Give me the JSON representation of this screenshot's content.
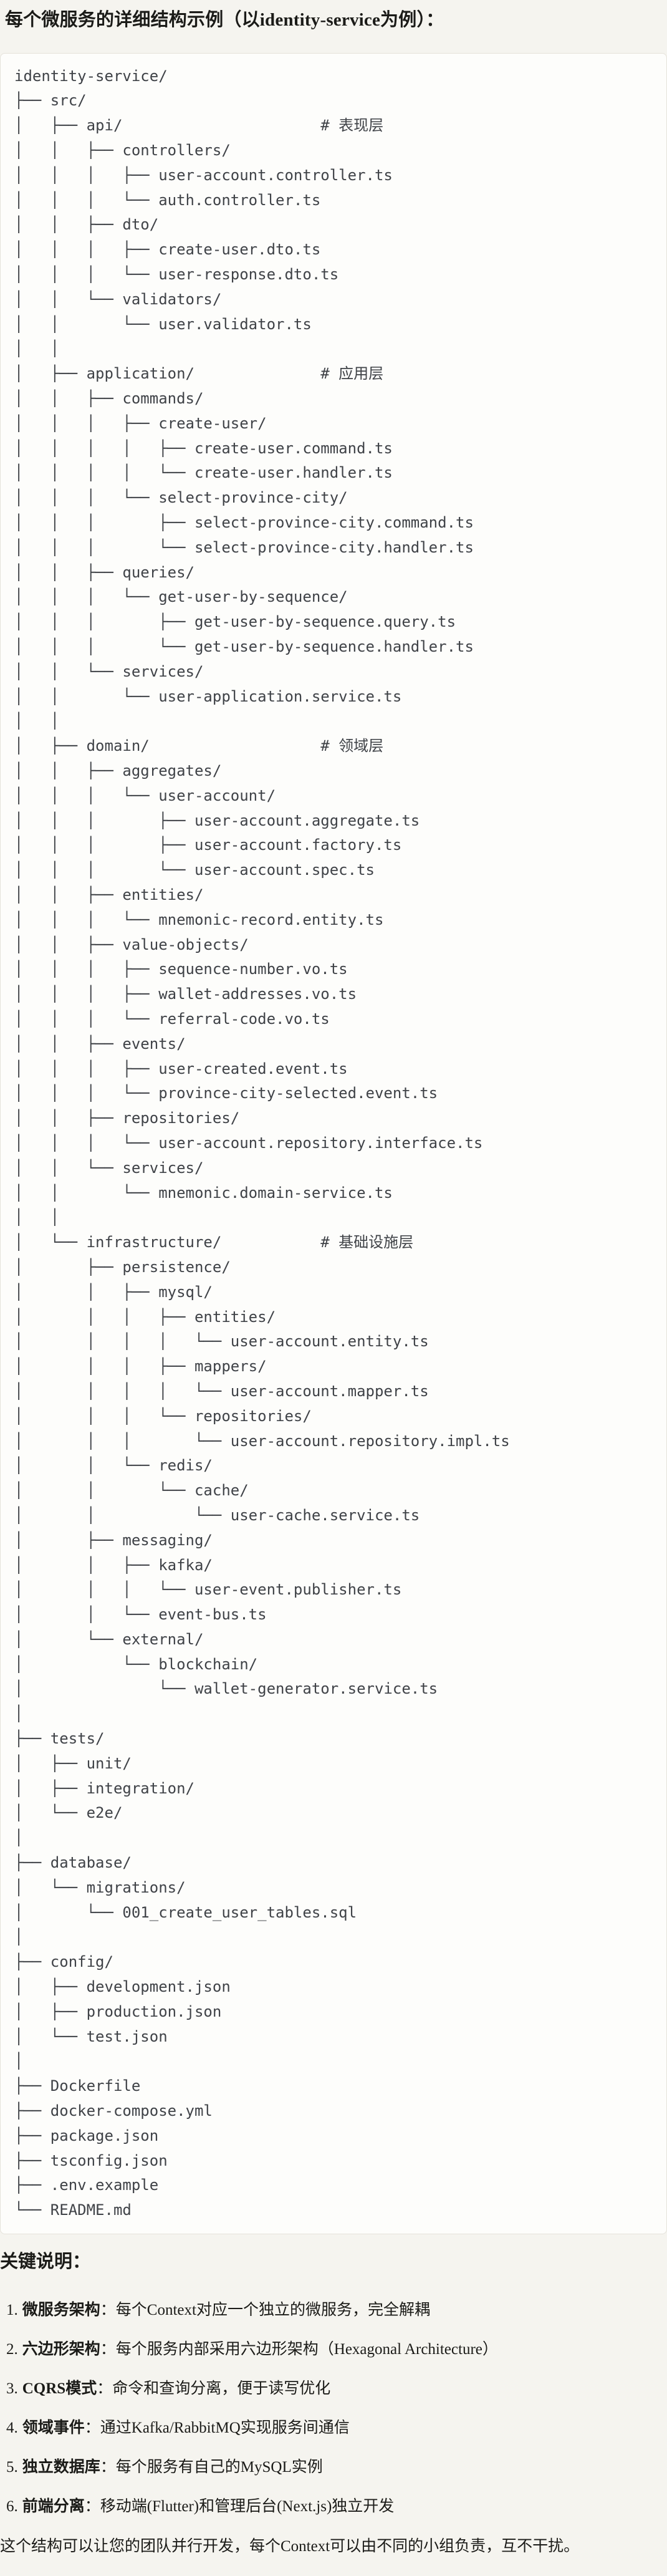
{
  "title": "每个微服务的详细结构示例（以identity-service为例）：",
  "tree": {
    "lines": [
      {
        "t": "identity-service/"
      },
      {
        "t": "├── src/"
      },
      {
        "t": "│   ├── api/",
        "c": "# 表现层"
      },
      {
        "t": "│   │   ├── controllers/"
      },
      {
        "t": "│   │   │   ├── user-account.controller.ts"
      },
      {
        "t": "│   │   │   └── auth.controller.ts"
      },
      {
        "t": "│   │   ├── dto/"
      },
      {
        "t": "│   │   │   ├── create-user.dto.ts"
      },
      {
        "t": "│   │   │   └── user-response.dto.ts"
      },
      {
        "t": "│   │   └── validators/"
      },
      {
        "t": "│   │       └── user.validator.ts"
      },
      {
        "t": "│   │"
      },
      {
        "t": "│   ├── application/",
        "c": "# 应用层"
      },
      {
        "t": "│   │   ├── commands/"
      },
      {
        "t": "│   │   │   ├── create-user/"
      },
      {
        "t": "│   │   │   │   ├── create-user.command.ts"
      },
      {
        "t": "│   │   │   │   └── create-user.handler.ts"
      },
      {
        "t": "│   │   │   └── select-province-city/"
      },
      {
        "t": "│   │   │       ├── select-province-city.command.ts"
      },
      {
        "t": "│   │   │       └── select-province-city.handler.ts"
      },
      {
        "t": "│   │   ├── queries/"
      },
      {
        "t": "│   │   │   └── get-user-by-sequence/"
      },
      {
        "t": "│   │   │       ├── get-user-by-sequence.query.ts"
      },
      {
        "t": "│   │   │       └── get-user-by-sequence.handler.ts"
      },
      {
        "t": "│   │   └── services/"
      },
      {
        "t": "│   │       └── user-application.service.ts"
      },
      {
        "t": "│   │"
      },
      {
        "t": "│   ├── domain/",
        "c": "# 领域层"
      },
      {
        "t": "│   │   ├── aggregates/"
      },
      {
        "t": "│   │   │   └── user-account/"
      },
      {
        "t": "│   │   │       ├── user-account.aggregate.ts"
      },
      {
        "t": "│   │   │       ├── user-account.factory.ts"
      },
      {
        "t": "│   │   │       └── user-account.spec.ts"
      },
      {
        "t": "│   │   ├── entities/"
      },
      {
        "t": "│   │   │   └── mnemonic-record.entity.ts"
      },
      {
        "t": "│   │   ├── value-objects/"
      },
      {
        "t": "│   │   │   ├── sequence-number.vo.ts"
      },
      {
        "t": "│   │   │   ├── wallet-addresses.vo.ts"
      },
      {
        "t": "│   │   │   └── referral-code.vo.ts"
      },
      {
        "t": "│   │   ├── events/"
      },
      {
        "t": "│   │   │   ├── user-created.event.ts"
      },
      {
        "t": "│   │   │   └── province-city-selected.event.ts"
      },
      {
        "t": "│   │   ├── repositories/"
      },
      {
        "t": "│   │   │   └── user-account.repository.interface.ts"
      },
      {
        "t": "│   │   └── services/"
      },
      {
        "t": "│   │       └── mnemonic.domain-service.ts"
      },
      {
        "t": "│   │"
      },
      {
        "t": "│   └── infrastructure/",
        "c": "# 基础设施层"
      },
      {
        "t": "│       ├── persistence/"
      },
      {
        "t": "│       │   ├── mysql/"
      },
      {
        "t": "│       │   │   ├── entities/"
      },
      {
        "t": "│       │   │   │   └── user-account.entity.ts"
      },
      {
        "t": "│       │   │   ├── mappers/"
      },
      {
        "t": "│       │   │   │   └── user-account.mapper.ts"
      },
      {
        "t": "│       │   │   └── repositories/"
      },
      {
        "t": "│       │   │       └── user-account.repository.impl.ts"
      },
      {
        "t": "│       │   └── redis/"
      },
      {
        "t": "│       │       └── cache/"
      },
      {
        "t": "│       │           └── user-cache.service.ts"
      },
      {
        "t": "│       ├── messaging/"
      },
      {
        "t": "│       │   ├── kafka/"
      },
      {
        "t": "│       │   │   └── user-event.publisher.ts"
      },
      {
        "t": "│       │   └── event-bus.ts"
      },
      {
        "t": "│       └── external/"
      },
      {
        "t": "│           └── blockchain/"
      },
      {
        "t": "│               └── wallet-generator.service.ts"
      },
      {
        "t": "│"
      },
      {
        "t": "├── tests/"
      },
      {
        "t": "│   ├── unit/"
      },
      {
        "t": "│   ├── integration/"
      },
      {
        "t": "│   └── e2e/"
      },
      {
        "t": "│"
      },
      {
        "t": "├── database/"
      },
      {
        "t": "│   └── migrations/"
      },
      {
        "t": "│       └── 001_create_user_tables.sql"
      },
      {
        "t": "│"
      },
      {
        "t": "├── config/"
      },
      {
        "t": "│   ├── development.json"
      },
      {
        "t": "│   ├── production.json"
      },
      {
        "t": "│   └── test.json"
      },
      {
        "t": "│"
      },
      {
        "t": "├── Dockerfile"
      },
      {
        "t": "├── docker-compose.yml"
      },
      {
        "t": "├── package.json"
      },
      {
        "t": "├── tsconfig.json"
      },
      {
        "t": "├── .env.example"
      },
      {
        "t": "└── README.md"
      }
    ]
  },
  "notes": {
    "heading": "关键说明：",
    "items": [
      {
        "num": "1.",
        "term": "微服务架构",
        "sep": "：",
        "desc": "每个Context对应一个独立的微服务，完全解耦"
      },
      {
        "num": "2.",
        "term": "六边形架构",
        "sep": "：",
        "desc": "每个服务内部采用六边形架构（Hexagonal Architecture）"
      },
      {
        "num": "3.",
        "term": "CQRS模式",
        "sep": "：",
        "desc": "命令和查询分离，便于读写优化"
      },
      {
        "num": "4.",
        "term": "领域事件",
        "sep": "：",
        "desc": "通过Kafka/RabbitMQ实现服务间通信"
      },
      {
        "num": "5.",
        "term": "独立数据库",
        "sep": "：",
        "desc": "每个服务有自己的MySQL实例"
      },
      {
        "num": "6.",
        "term": "前端分离",
        "sep": "：",
        "desc": "移动端(Flutter)和管理后台(Next.js)独立开发"
      }
    ],
    "footer": "这个结构可以让您的团队并行开发，每个Context可以由不同的小组负责，互不干扰。"
  },
  "colors": {
    "page_bg": "#F5F4EF",
    "block_bg": "#FDFDFB",
    "block_border": "#E5E2DA",
    "tree_text": "#3F4247",
    "body_text": "#1B1B18"
  }
}
